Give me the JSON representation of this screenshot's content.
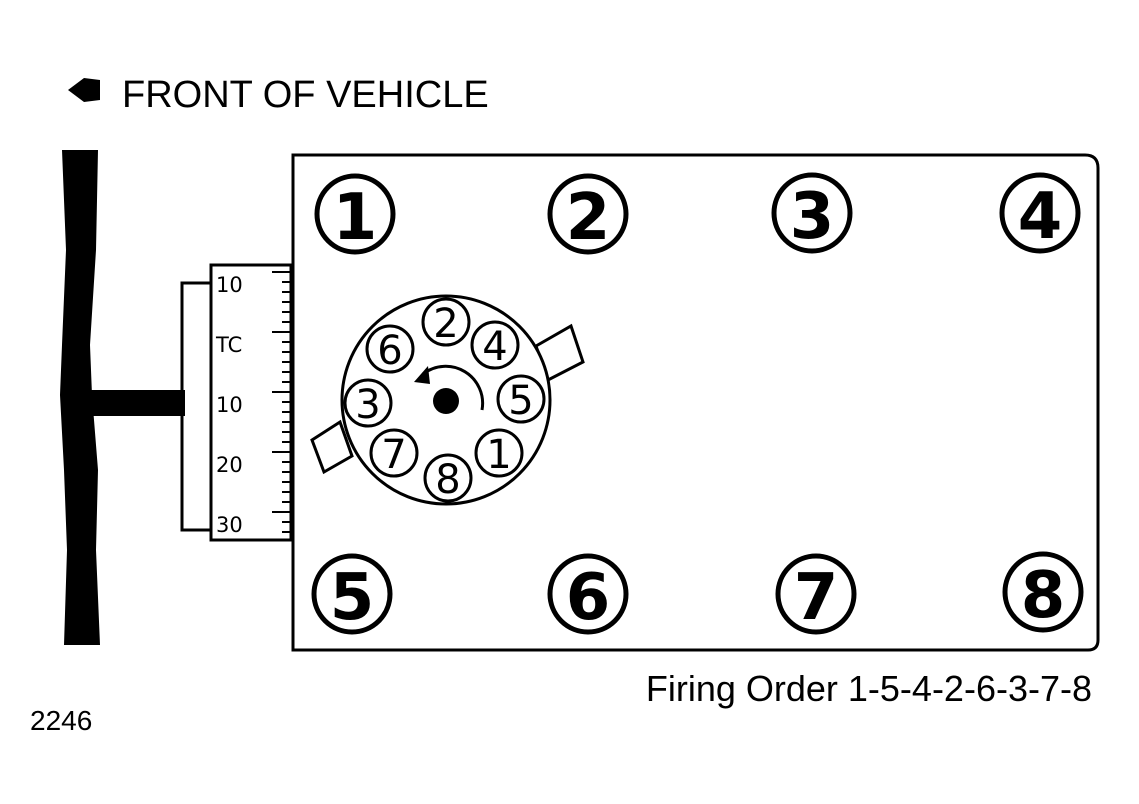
{
  "header": {
    "front_label": "FRONT OF VEHICLE"
  },
  "block": {
    "cylinders_top": [
      "1",
      "2",
      "3",
      "4"
    ],
    "cylinders_bottom": [
      "5",
      "6",
      "7",
      "8"
    ]
  },
  "distributor": {
    "terminals": [
      "2",
      "4",
      "5",
      "1",
      "8",
      "7",
      "3",
      "6"
    ]
  },
  "timing_scale": {
    "marks": [
      "10",
      "TC",
      "10",
      "20",
      "30"
    ]
  },
  "footer": {
    "firing_order": "Firing Order 1-5-4-2-6-3-7-8",
    "figure_number": "2246"
  }
}
